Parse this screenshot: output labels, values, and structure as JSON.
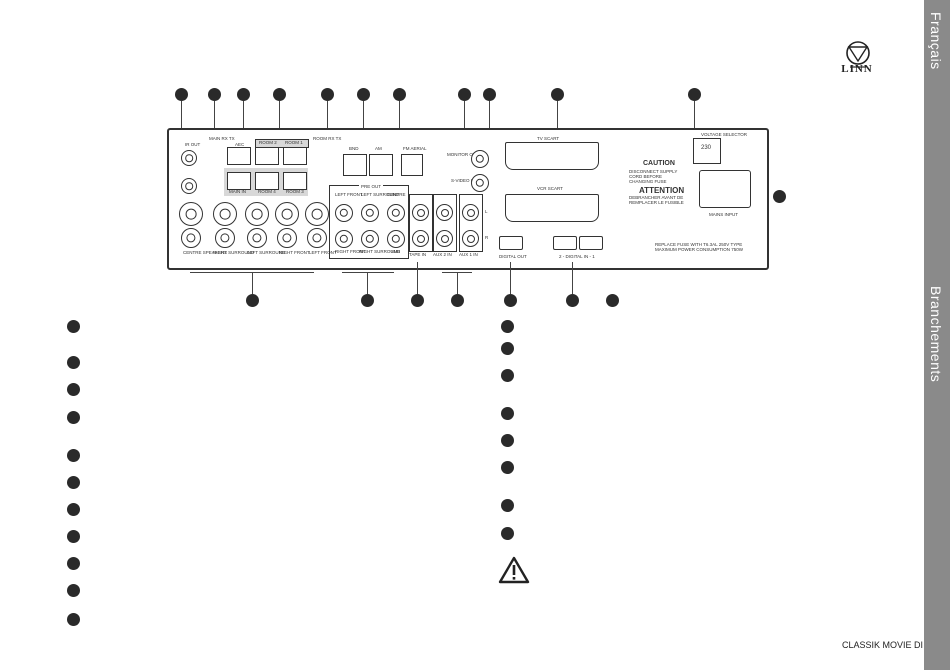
{
  "sidebar": {
    "language_label": "Français",
    "section_label": "Branchements"
  },
  "brand": {
    "logo_text": "LINN"
  },
  "panel": {
    "labels": {
      "ir_out": "IR OUT",
      "main_rx_tx": "MAIN RX TX",
      "aec": "AEC",
      "room2": "ROOM 2",
      "room1": "ROOM 1",
      "room_rx_tx": "ROOM RX TX",
      "main_in": "MAIN IN",
      "room4": "ROOM 4",
      "room3": "ROOM 3",
      "bnd": "BND",
      "am": "AM",
      "fm_aerial": "FM AERIAL",
      "pre_out": "PRE OUT",
      "left_front": "LEFT FRONT",
      "left_surround": "LEFT SURROUND",
      "centre": "CENTRE",
      "right_front": "RIGHT FRONT",
      "right_surround": "RIGHT SURROUND",
      "sub": "SUB",
      "monitor_out": "MONITOR OUT",
      "svideo_in": "S-VIDEO IN",
      "tv_scart": "TV SCART",
      "vcr_scart": "VCR SCART",
      "tape_in": "TAPE IN",
      "aux2_in": "AUX 2 IN",
      "aux1_in": "AUX 1 IN",
      "digital_out": "DIGITAL OUT",
      "digital_in": "2 - DIGITAL IN - 1",
      "voltage_selector": "VOLTAGE SELECTOR",
      "voltage_value": "230",
      "caution_title": "CAUTION",
      "caution_text": "DISCONNECT SUPPLY CORD BEFORE CHANGING FUSE",
      "attention_title": "ATTENTION",
      "attention_text": "DEBRANCHER AVANT DE REMPLACER LE FUSIBLE",
      "mains_input": "MAINS INPUT",
      "fuse_note": "REPLACE FUSE WITH T6.3AL 250V TYPE MAXIMUM POWER CONSUMPTION 750W",
      "centre_speakers": "CENTRE SPEAKERS",
      "right_surround_spk": "RIGHT SURROUND",
      "left_surround_spk": "LEFT SURROUND",
      "right_front_spk": "RIGHT FRONT",
      "left_front_spk": "LEFT FRONT",
      "l": "L",
      "r": "R"
    }
  },
  "footer": {
    "model": "CLASSIK MOVIE DI"
  }
}
